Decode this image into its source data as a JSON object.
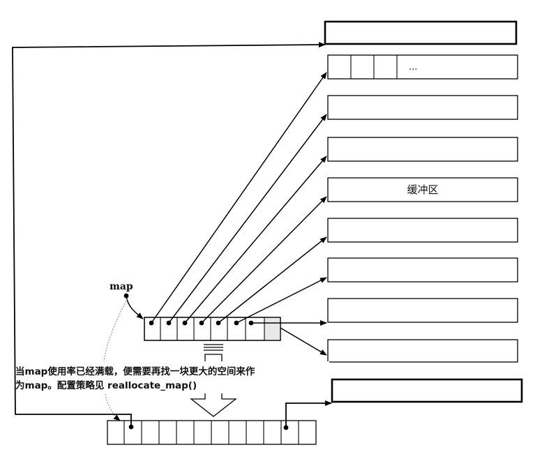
{
  "map": {
    "label": "map",
    "node_count": 8
  },
  "buffers": [
    {
      "label": "",
      "cells": 0
    },
    {
      "label": "...",
      "cells": 3
    },
    {
      "label": "",
      "cells": 0
    },
    {
      "label": "",
      "cells": 0
    },
    {
      "label": "缓冲区",
      "cells": 0
    },
    {
      "label": "",
      "cells": 0
    },
    {
      "label": "",
      "cells": 0
    },
    {
      "label": "",
      "cells": 0
    },
    {
      "label": "",
      "cells": 0
    }
  ],
  "new_buffer": {
    "label": ""
  },
  "note": {
    "line1": "当map使用率已经满载，便需要再找一块更大的空间来作",
    "line2": "为map。配置策略见 reallocate_map()"
  },
  "new_map": {
    "node_count": 12
  }
}
